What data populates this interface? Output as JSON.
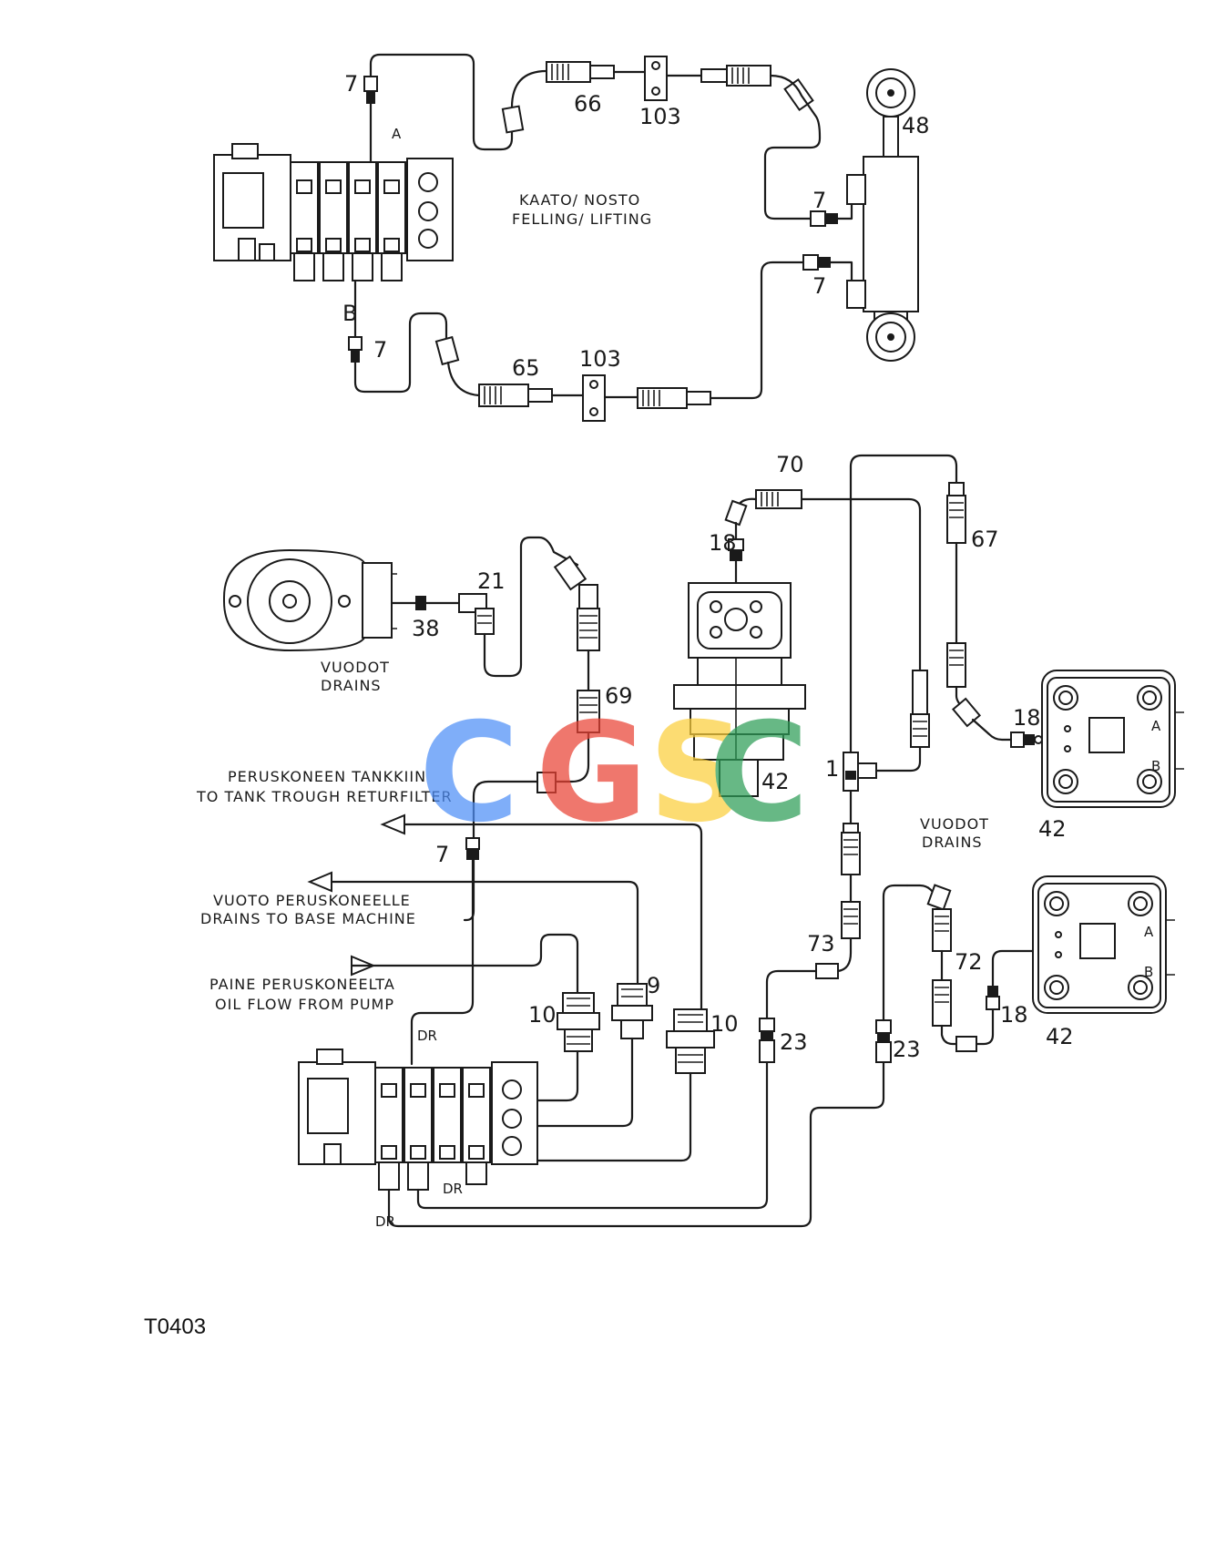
{
  "section_top": {
    "caption_line1": "KAATO/ NOSTO",
    "caption_line2": "FELLING/ LIFTING",
    "port_a": "A",
    "port_b": "B",
    "labels": {
      "fitting_a": "7",
      "fitting_b": "7",
      "fitting_cyl_upper": "7",
      "fitting_cyl_lower": "7",
      "hose_upper": "66",
      "clamp_upper": "103",
      "hose_lower": "65",
      "clamp_lower": "103",
      "cylinder": "48"
    }
  },
  "section_bottom": {
    "drains_left_line1": "VUODOT",
    "drains_left_line2": "DRAINS",
    "drains_right_line1": "VUODOT",
    "drains_right_line2": "DRAINS",
    "tank_line1": "PERUSKONEEN TANKKIIN",
    "tank_line2": "TO TANK TROUGH RETURFILTER",
    "base_line1": "VUOTO PERUSKONEELLE",
    "base_line2": "DRAINS TO BASE MACHINE",
    "pump_line1": "PAINE PERUSKONEELTA",
    "pump_line2": "OIL FLOW FROM PUMP",
    "dr_top": "DR",
    "dr_mid": "DR",
    "dr_bottom": "DR",
    "motor_port_a": "A",
    "motor_port_b": "B",
    "labels": {
      "hose_70": "70",
      "fitting_18_top": "18",
      "hose_67": "67",
      "elbow_21": "21",
      "plug_38": "38",
      "hose_69": "69",
      "motor_42_center": "42",
      "tee_1": "1",
      "fitting_18_right": "18",
      "motor_42_right_upper": "42",
      "fitting_7": "7",
      "hose_73": "73",
      "hose_72": "72",
      "fitting_9": "9",
      "adapter_10_left": "10",
      "adapter_10_right": "10",
      "fitting_23_left": "23",
      "fitting_23_right": "23",
      "fitting_18_lower": "18",
      "motor_42_right_lower": "42"
    }
  },
  "figure_code": "T0403",
  "watermark": {
    "letters": [
      "C",
      "G",
      "S",
      "C"
    ],
    "colors": [
      "#4f8ff7",
      "#ea4335",
      "#fbcf3c",
      "#2e9d57"
    ]
  }
}
